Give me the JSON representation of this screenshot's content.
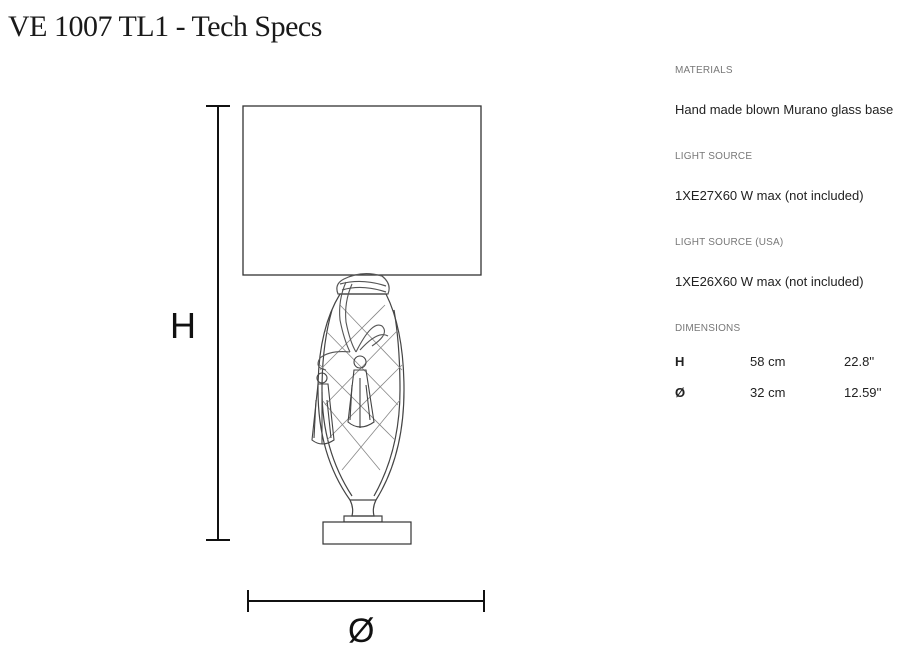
{
  "page": {
    "title": "VE 1007 TL1 - Tech Specs"
  },
  "drawing": {
    "height_marker": "H",
    "diameter_marker": "Ø"
  },
  "specs": {
    "materials": {
      "label": "MATERIALS",
      "value": "Hand made blown Murano glass base"
    },
    "light_source": {
      "label": "LIGHT SOURCE",
      "value": "1XE27X60 W max (not included)"
    },
    "light_source_usa": {
      "label": "LIGHT SOURCE (USA)",
      "value": "1XE26X60 W max (not included)"
    },
    "dimensions": {
      "label": "DIMENSIONS",
      "rows": [
        {
          "symbol": "H",
          "metric": "58 cm",
          "imperial": "22.8''"
        },
        {
          "symbol": "Ø",
          "metric": "32 cm",
          "imperial": "12.59''"
        }
      ]
    }
  }
}
